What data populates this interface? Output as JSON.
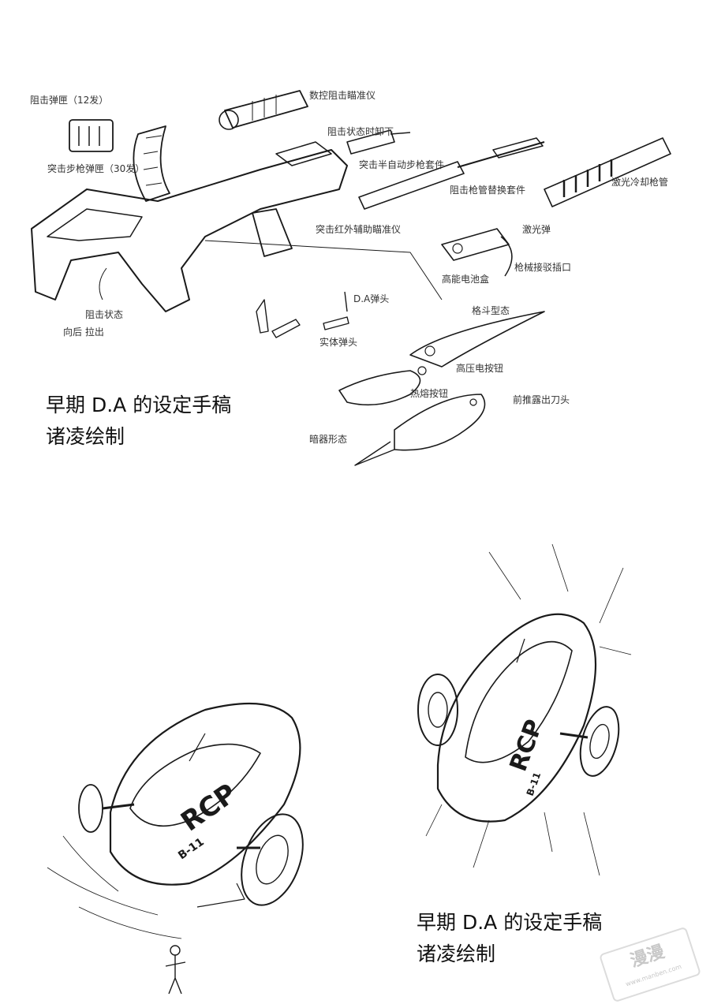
{
  "captions": {
    "top": {
      "line1": "早期 D.A 的设定手稿",
      "line2": "诸凌绘制"
    },
    "bottom": {
      "line1": "早期 D.A 的设定手稿",
      "line2": "诸凌绘制"
    }
  },
  "weapon_labels": {
    "magazine_12": "阻击弹匣（12发）",
    "scope_digital": "数控阻击瞄准仪",
    "rifle_mag_30": "突击步枪弹匣（30发）",
    "sniper_remove": "阻击状态时卸下",
    "assault_kit": "突击半自动步枪套件",
    "barrel_kit": "阻击枪管替换套件",
    "laser_barrel": "激光冷却枪管",
    "ir_scope": "突击红外辅助瞄准仪",
    "laser_bullet": "激光弹",
    "battery": "高能电池盒",
    "mech_port": "枪械接驳插口",
    "sniper_state": "阻击状态",
    "pull_back": "向后 拉出",
    "da_bullet": "D.A弹头",
    "solid_bullet": "实体弹头",
    "melee_form": "格斗型态",
    "hv_button": "高压电按钮",
    "heat_button": "热熔按钮",
    "push_blade": "前推露出刀头",
    "hidden_form": "暗器形态"
  },
  "vehicle": {
    "plate": "RCP",
    "code": "B-11"
  },
  "watermark": {
    "main": "漫漫",
    "sub": "www.manben.com"
  },
  "colors": {
    "ink": "#1a1a1a",
    "paper": "#ffffff"
  }
}
